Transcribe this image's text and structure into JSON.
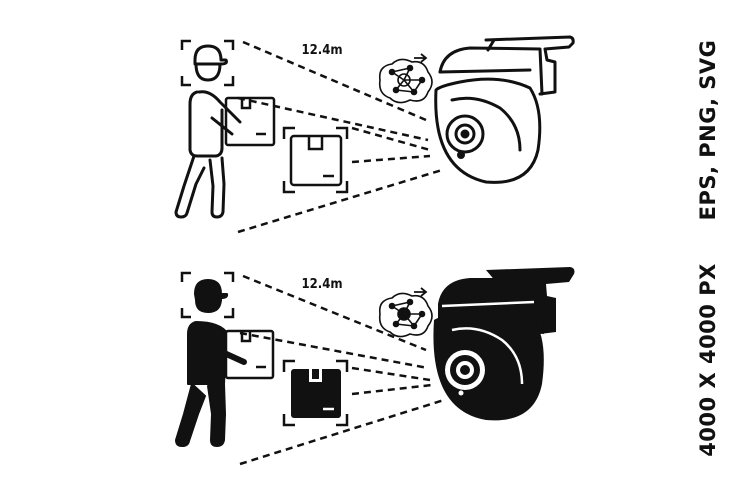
{
  "top_panel": {
    "distance_label": "12.4m"
  },
  "bottom_panel": {
    "distance_label": "12.4m"
  },
  "side_labels": {
    "formats": "EPS, PNG, SVG",
    "resolution": "4000 X 4000 PX"
  },
  "colors": {
    "ink": "#111111",
    "background": "#ffffff"
  }
}
